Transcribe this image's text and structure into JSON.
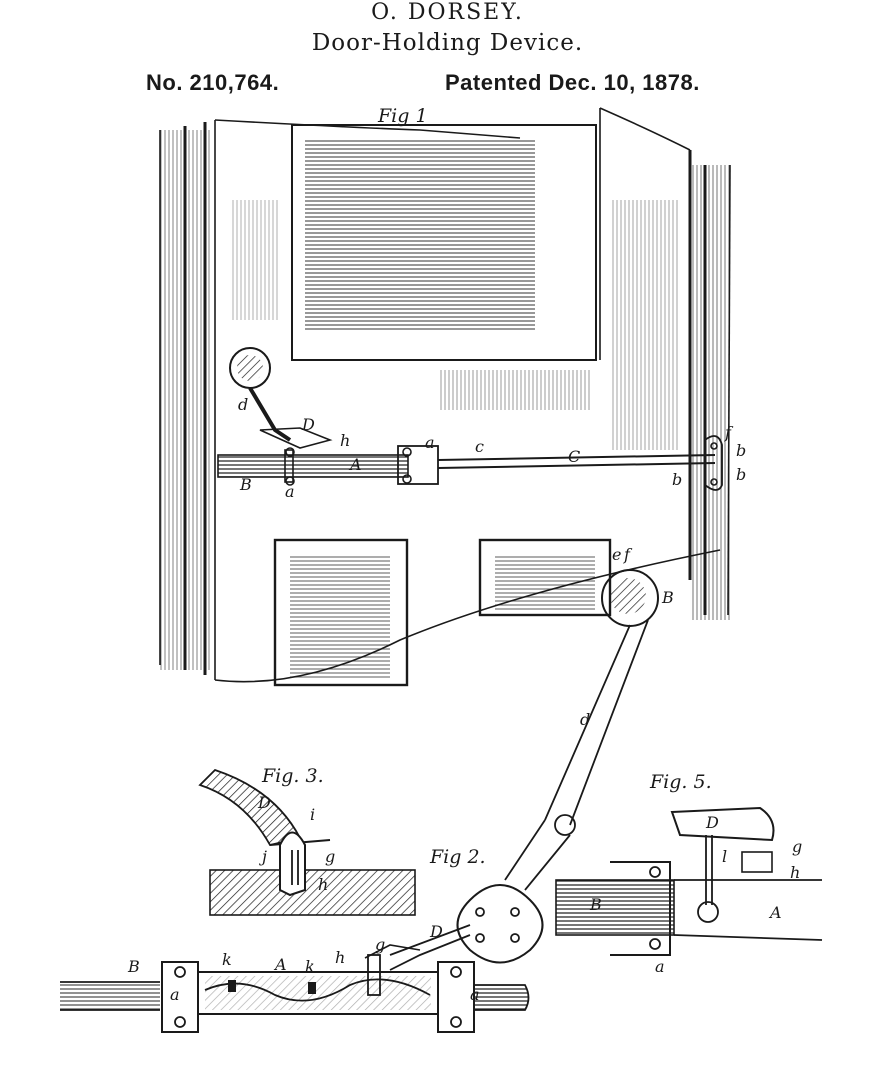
{
  "header": {
    "inventor": "O. DORSEY.",
    "title": "Door-Holding Device.",
    "patent_number": "No. 210,764.",
    "patent_date": "Patented Dec. 10, 1878."
  },
  "figures": {
    "fig1": "Fig 1",
    "fig2": "Fig 2.",
    "fig3": "Fig. 3.",
    "fig5": "Fig. 5."
  },
  "reference_letters": {
    "d": "d",
    "D": "D",
    "h": "h",
    "a": "a",
    "c": "c",
    "C": "C",
    "A": "A",
    "B": "B",
    "b": "b",
    "f": "f",
    "e": "e",
    "i": "i",
    "j": "j",
    "g": "g",
    "k": "k",
    "l": "l"
  },
  "colors": {
    "ink": "#1a1a1a",
    "paper": "#ffffff"
  }
}
